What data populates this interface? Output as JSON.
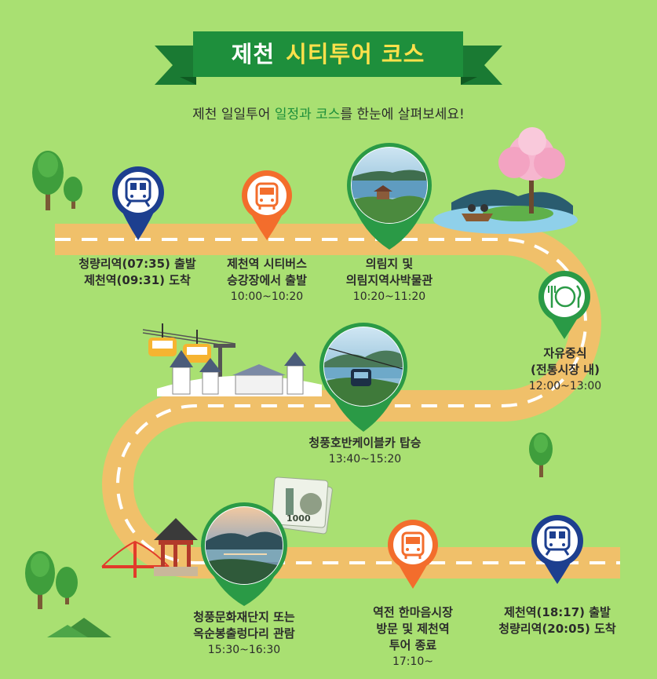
{
  "header": {
    "title_a": "제천",
    "title_b": "시티투어 코스",
    "subtitle_a": "제천 일일투어 ",
    "subtitle_hl": "일정과 코스",
    "subtitle_b": "를 한눈에 살펴보세요!"
  },
  "stops": [
    {
      "id": "departure",
      "icon": "train-icon",
      "lines": [
        "청량리역(07:35) 출발",
        "제천역(09:31) 도착"
      ],
      "time": ""
    },
    {
      "id": "bus-stop",
      "icon": "bus-icon",
      "lines": [
        "제천역 시티버스",
        "승강장에서 출발"
      ],
      "time": "10:00~10:20"
    },
    {
      "id": "uirimji",
      "icon": "photo-lake",
      "lines": [
        "의림지 및",
        "의림지역사박물관"
      ],
      "time": "10:20~11:20"
    },
    {
      "id": "lunch",
      "icon": "utensils-icon",
      "lines": [
        "자유중식",
        "(전통시장 내)"
      ],
      "time": "12:00~13:00"
    },
    {
      "id": "cablecar",
      "icon": "photo-cablecar",
      "lines": [
        "청풍호반케이블카 탑승"
      ],
      "time": "13:40~15:20"
    },
    {
      "id": "cultural-complex",
      "icon": "photo-bridge",
      "lines": [
        "청풍문화재단지 또는",
        "옥순봉출렁다리 관람"
      ],
      "time": "15:30~16:30"
    },
    {
      "id": "market",
      "icon": "bus-icon",
      "lines": [
        "역전 한마음시장",
        "방문 및 제천역",
        "투어 종료"
      ],
      "time": "17:10~"
    },
    {
      "id": "return",
      "icon": "train-icon",
      "lines": [
        "제천역(18:17) 출발",
        "청량리역(20:05) 도착"
      ],
      "time": ""
    }
  ],
  "banknote_text": "1000",
  "colors": {
    "background": "#a9e072",
    "road": "#f0c06a",
    "banner": "#1e8f3c",
    "pin_blue": "#1d3f8f",
    "pin_orange": "#f36d2c",
    "pin_green": "#2a9a46",
    "title_accent": "#ffe14b"
  }
}
